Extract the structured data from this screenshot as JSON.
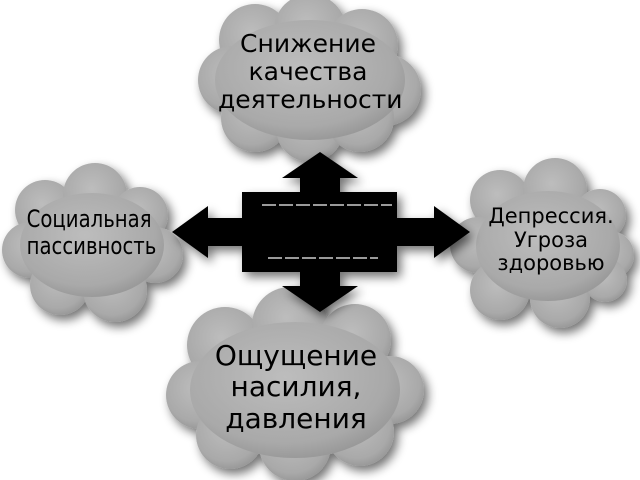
{
  "diagram": {
    "center_block": {
      "label": ""
    },
    "clouds": [
      {
        "id": "top",
        "lines": [
          "Снижение",
          "качества",
          "деятельности"
        ]
      },
      {
        "id": "left",
        "lines": [
          "Социальная",
          "пассивность"
        ]
      },
      {
        "id": "right",
        "lines": [
          "Депрессия.",
          "Угроза",
          "здоровью"
        ]
      },
      {
        "id": "bottom",
        "lines": [
          "Ощущение",
          "насилия,",
          "давления"
        ]
      }
    ]
  },
  "colors": {
    "cloud_fill": "#a9a9a9",
    "cloud_shadow": "#6e6e6e",
    "block_fill": "#000000",
    "text": "#000000"
  }
}
